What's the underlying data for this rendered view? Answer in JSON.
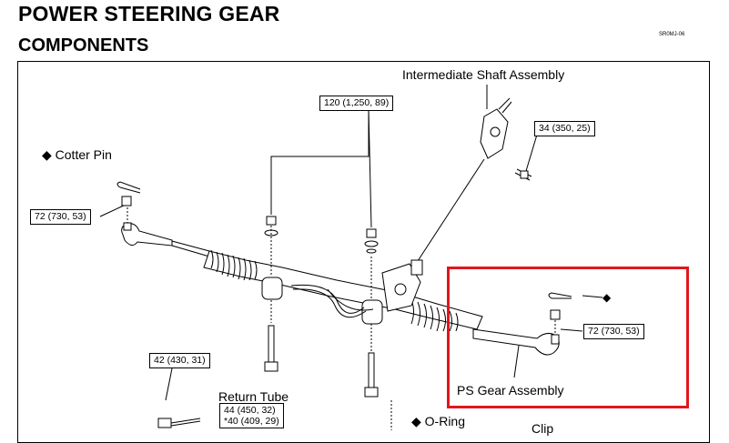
{
  "header": {
    "title": "POWER STEERING GEAR",
    "subtitle": "COMPONENTS",
    "code": "SR0MJ-06"
  },
  "labels": {
    "intermediate_shaft": "Intermediate Shaft Assembly",
    "cotter_pin": "◆ Cotter Pin",
    "return_tube": "Return Tube",
    "o_ring": "◆ O-Ring",
    "clip": "Clip",
    "ps_gear": "PS Gear Assembly",
    "diamond": "◆"
  },
  "torque": {
    "mount_bolt": "120 (1,250, 89)",
    "shaft_bolt": "34 (350, 25)",
    "left_tie_rod_nut": "72 (730, 53)",
    "right_tie_rod_nut": "72 (730, 53)",
    "lower_bolt": "42 (430, 31)",
    "return_tube_a": "44 (450, 32)",
    "return_tube_b": "*40 (409, 29)"
  },
  "colors": {
    "highlight": "#e0161d"
  }
}
